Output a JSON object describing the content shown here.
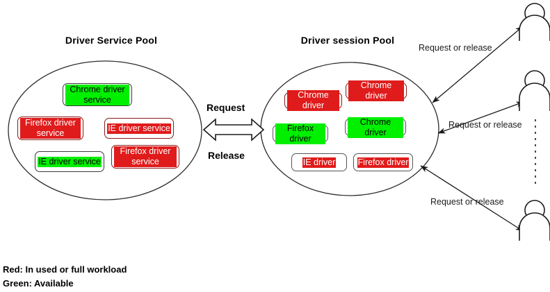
{
  "diagram": {
    "title_service_pool": "Driver Service Pool",
    "title_session_pool": "Driver session Pool",
    "flow": {
      "request_label": "Request",
      "release_label": "Release"
    },
    "client_edge_labels": [
      "Request or release",
      "Request or release",
      "Request or release"
    ],
    "legend": {
      "red": "Red: In used or full workload",
      "green": "Green: Available"
    },
    "colors": {
      "red": "#e01b1b",
      "green": "#00f000",
      "red_text": "#ffffff",
      "green_text": "#000000",
      "stroke": "#3a3a3a",
      "red_stroke": "#8a1a1a",
      "background": "#ffffff"
    },
    "service_pool_nodes": [
      {
        "label": "Chrome driver service",
        "status": "green"
      },
      {
        "label": "Firefox driver service",
        "status": "red"
      },
      {
        "label": "IE driver service",
        "status": "red"
      },
      {
        "label": "IE driver service",
        "status": "green"
      },
      {
        "label": "Firefox driver service",
        "status": "red"
      }
    ],
    "session_pool_nodes": [
      {
        "label": "Chrome driver",
        "status": "red"
      },
      {
        "label": "Chrome driver",
        "status": "red"
      },
      {
        "label": "Firefox driver",
        "status": "green"
      },
      {
        "label": "Chrome driver",
        "status": "green"
      },
      {
        "label": "IE driver",
        "status": "red"
      },
      {
        "label": "Firefox driver",
        "status": "red"
      }
    ],
    "clients": [
      {
        "name": "client-user-1"
      },
      {
        "name": "client-user-2"
      },
      {
        "name": "client-user-3"
      }
    ]
  }
}
